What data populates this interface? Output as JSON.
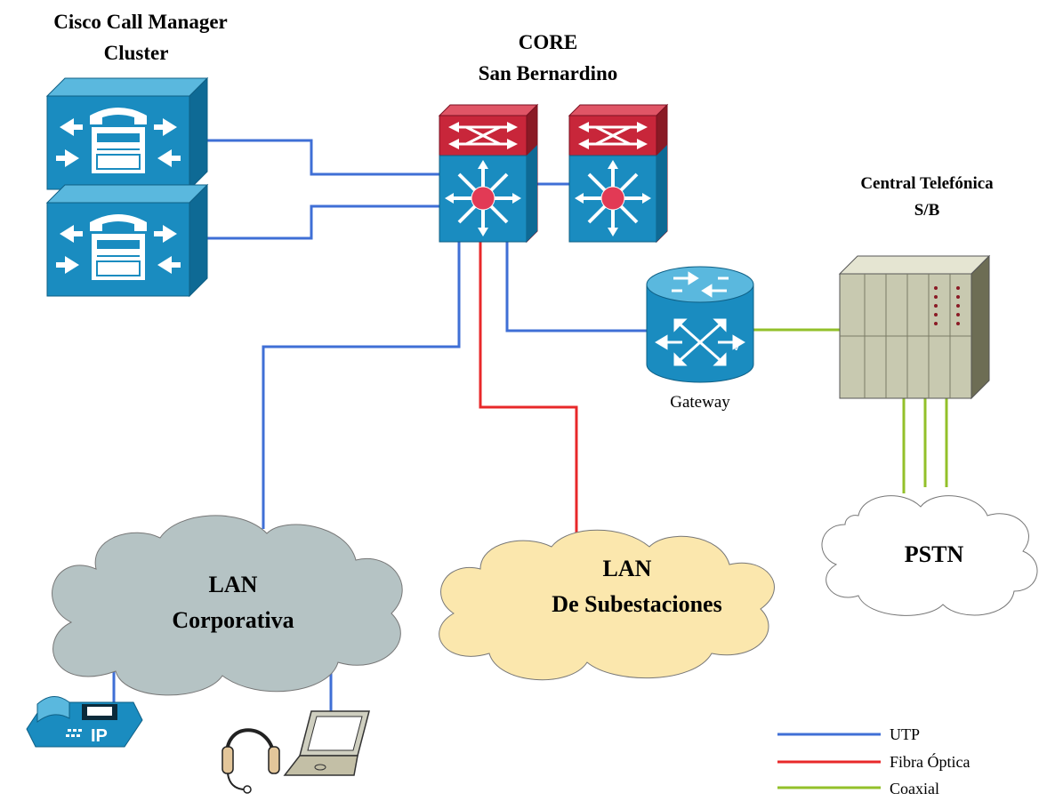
{
  "labels": {
    "cluster_line1": "Cisco Call Manager",
    "cluster_line2": "Cluster",
    "core_line1": "CORE",
    "core_line2": "San Bernardino",
    "central_line1": "Central Telefónica",
    "central_line2": "S/B",
    "gateway": "Gateway",
    "lan_corp_line1": "LAN",
    "lan_corp_line2": "Corporativa",
    "lan_sub_line1": "LAN",
    "lan_sub_line2": "De Subestaciones",
    "pstn": "PSTN"
  },
  "legend": [
    {
      "label": "UTP",
      "color": "#3f6fd6"
    },
    {
      "label": "Fibra Óptica",
      "color": "#e8282a"
    },
    {
      "label": "Coaxial",
      "color": "#93c02a"
    }
  ],
  "icons": [
    "call-manager-icon",
    "multilayer-switch-icon",
    "voice-gateway-icon",
    "pbx-icon",
    "ip-phone-icon",
    "headset-icon",
    "laptop-icon",
    "cloud-icon"
  ],
  "colors": {
    "device_blue": "#1a8cc0",
    "switch_red": "#c8263a",
    "lan_corp_fill": "#b5c3c4",
    "lan_sub_fill": "#fbe7ad",
    "pstn_fill": "#ffffff"
  }
}
